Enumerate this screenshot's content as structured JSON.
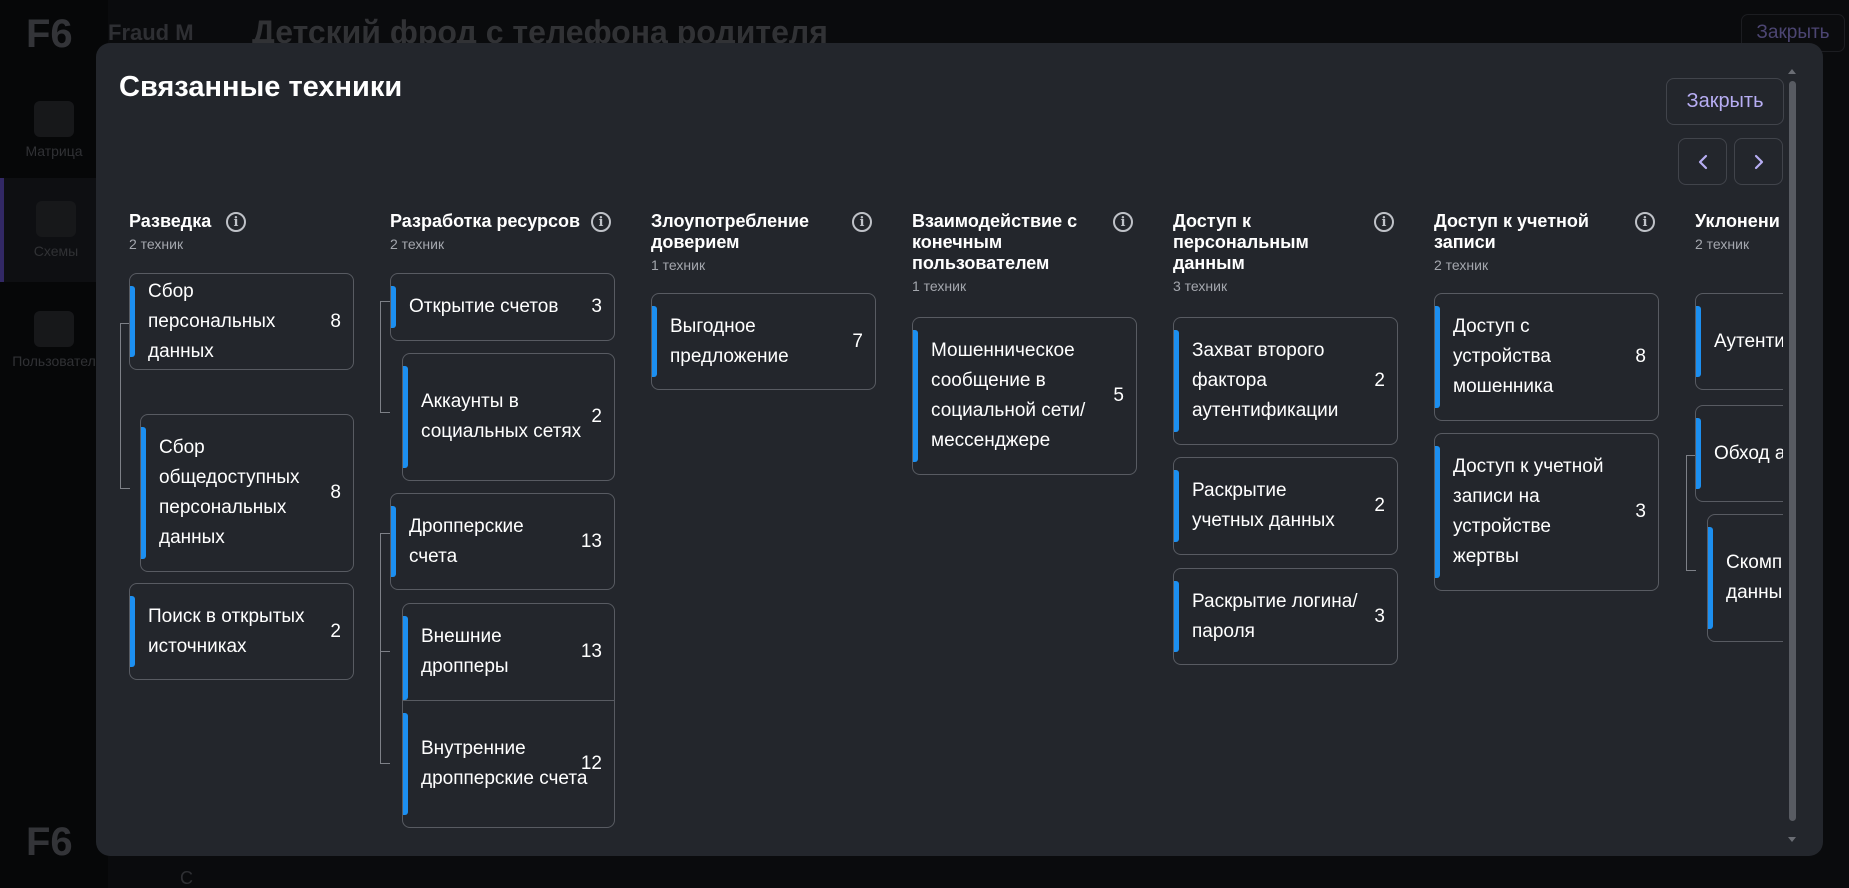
{
  "background": {
    "logo": "F6",
    "app_name": "Fraud M",
    "page_title": "Детский фрод с телефона родителя",
    "close_label": "Закрыть",
    "nav": [
      {
        "label": "Матрица"
      },
      {
        "label": "Схемы"
      },
      {
        "label": "Пользовател"
      }
    ],
    "bottom_text": "С"
  },
  "modal": {
    "title": "Связанные техники",
    "close_label": "Закрыть",
    "prev_icon": "chevron-left-icon",
    "next_icon": "chevron-right-icon",
    "accent_color": "#1c8ff0",
    "columns": [
      {
        "title": "Разведка",
        "count": "2 техник",
        "cards": [
          {
            "label": "Сбор персональных данных",
            "count": "8"
          },
          {
            "label": "Сбор общедоступных персональных данных",
            "count": "8"
          },
          {
            "label": "Поиск в открытых источниках",
            "count": "2"
          }
        ]
      },
      {
        "title": "Разработка ресурсов",
        "count": "2 техник",
        "cards": [
          {
            "label": "Открытие счетов",
            "count": "3"
          },
          {
            "label": "Аккаунты в социальных сетях",
            "count": "2"
          },
          {
            "label": "Дропперские счета",
            "count": "13"
          },
          {
            "label": "Внешние дропперы",
            "count": "13"
          },
          {
            "label": "Внутренние дропперские счета",
            "count": "12"
          }
        ]
      },
      {
        "title": "Злоупотребление доверием",
        "count": "1 техник",
        "cards": [
          {
            "label": "Выгодное предложение",
            "count": "7"
          }
        ]
      },
      {
        "title": "Взаимодействие с конечным пользователем",
        "count": "1 техник",
        "cards": [
          {
            "label": "Мошенническое сообщение в социальной сети/ мессенджере",
            "count": "5"
          }
        ]
      },
      {
        "title": "Доступ к персональным данным",
        "count": "3 техник",
        "cards": [
          {
            "label": "Захват второго фактора аутентификации",
            "count": "2"
          },
          {
            "label": "Раскрытие учетных данных",
            "count": "2"
          },
          {
            "label": "Раскрытие логина/пароля",
            "count": "3"
          }
        ]
      },
      {
        "title": "Доступ к учетной записи",
        "count": "2 техник",
        "cards": [
          {
            "label": "Доступ с устройства мошенника",
            "count": "8"
          },
          {
            "label": "Доступ к учетной записи на устройстве жертвы",
            "count": "3"
          }
        ]
      },
      {
        "title": "Уклонени защиты",
        "count": "2 техник",
        "cards": [
          {
            "label": "Аутенти помощ",
            "count": ""
          },
          {
            "label": "Обход аутенти",
            "count": ""
          },
          {
            "label": "Скомп анные данны",
            "count": ""
          }
        ]
      }
    ]
  }
}
